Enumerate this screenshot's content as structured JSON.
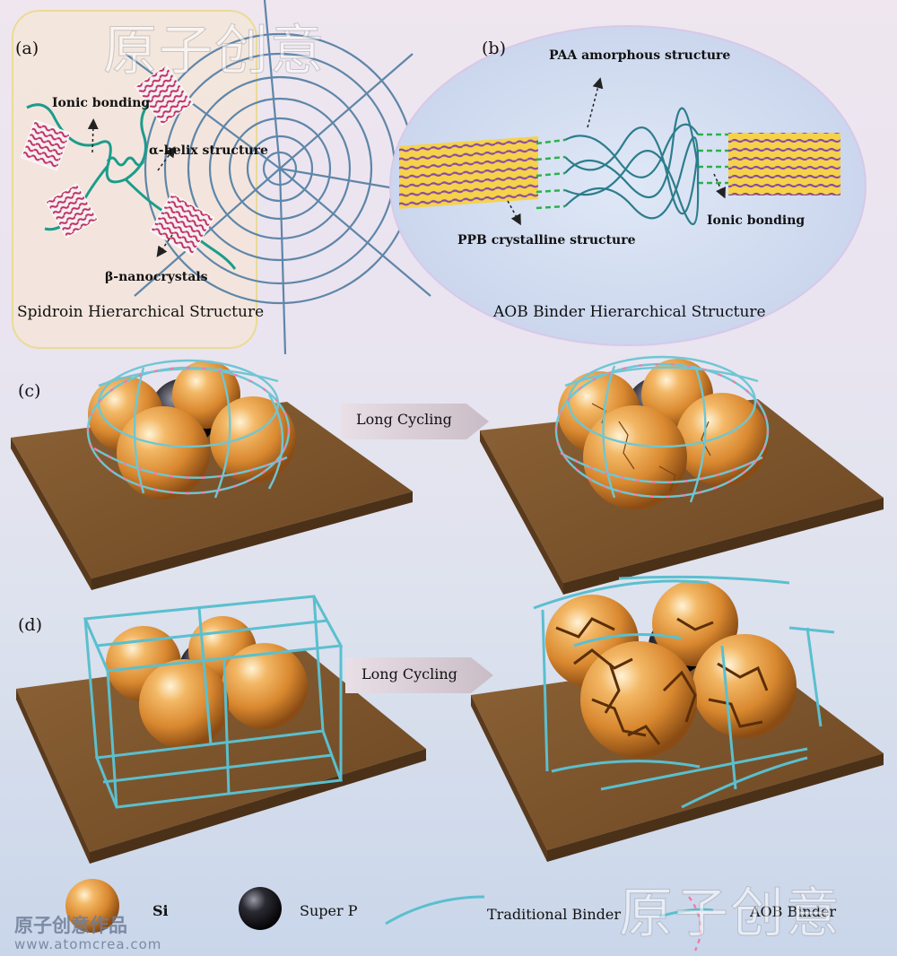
{
  "panels": {
    "a": {
      "letter": "(a)",
      "labels": {
        "ionic_bonding": "Ionic bonding",
        "alpha_helix": "α-helix structure",
        "beta_nanocrystals": "β-nanocrystals"
      },
      "caption": "Spidroin Hierarchical Structure"
    },
    "b": {
      "letter": "(b)",
      "labels": {
        "paa": "PAA amorphous structure",
        "ppb": "PPB crystalline structure",
        "ionic_bonding": "Ionic bonding"
      },
      "caption": "AOB Binder Hierarchical Structure"
    },
    "c": {
      "letter": "(c)",
      "arrow_label": "Long Cycling"
    },
    "d": {
      "letter": "(d)",
      "arrow_label": "Long Cycling"
    }
  },
  "legend": {
    "si": "Si",
    "super_p": "Super P",
    "traditional_binder": "Traditional Binder",
    "aob_binder": "AOB Binder"
  },
  "watermark": {
    "brand": "原子创意",
    "brand_small": "原子创意作品",
    "url": "www.atomcrea.com"
  },
  "colors": {
    "si_sphere": "#e3983f",
    "super_p": "#1c1c20",
    "binder": "#5bbfcf",
    "aob_dash": "#f07fa8",
    "substrate": "#80582f",
    "crystal_yellow": "#f5d24a",
    "crystal_purple": "#8a4aa0",
    "bond_green": "#2bb24c"
  }
}
